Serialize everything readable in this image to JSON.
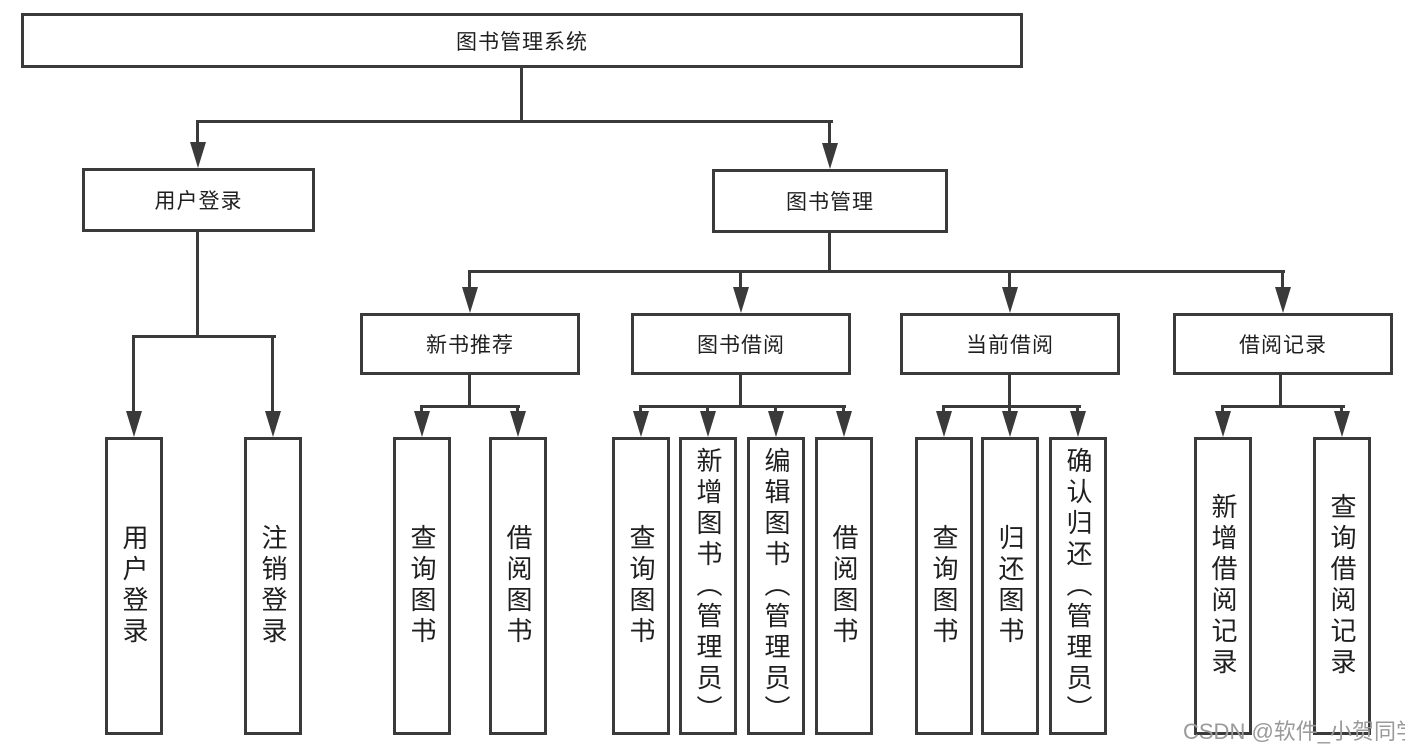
{
  "tree": {
    "root": {
      "label": "图书管理系统"
    },
    "children": [
      {
        "label": "用户登录",
        "children": [
          {
            "label": "用户登录"
          },
          {
            "label": "注销登录"
          }
        ]
      },
      {
        "label": "图书管理",
        "children": [
          {
            "label": "新书推荐",
            "children": [
              {
                "label": "查询图书"
              },
              {
                "label": "借阅图书"
              }
            ]
          },
          {
            "label": "图书借阅",
            "children": [
              {
                "label": "查询图书"
              },
              {
                "label": "新增图书（管理员）"
              },
              {
                "label": "编辑图书（管理员）"
              },
              {
                "label": "借阅图书"
              }
            ]
          },
          {
            "label": "当前借阅",
            "children": [
              {
                "label": "查询图书"
              },
              {
                "label": "归还图书"
              },
              {
                "label": "确认归还（管理员）"
              }
            ]
          },
          {
            "label": "借阅记录",
            "children": [
              {
                "label": "新增借阅记录"
              },
              {
                "label": "查询借阅记录"
              }
            ]
          }
        ]
      }
    ]
  },
  "watermark": "CSDN @软件_小贺同学",
  "colors": {
    "line": "#3a3a3a",
    "text": "#1f1f1f",
    "watermark": "#9a9a9a",
    "background": "#ffffff"
  }
}
